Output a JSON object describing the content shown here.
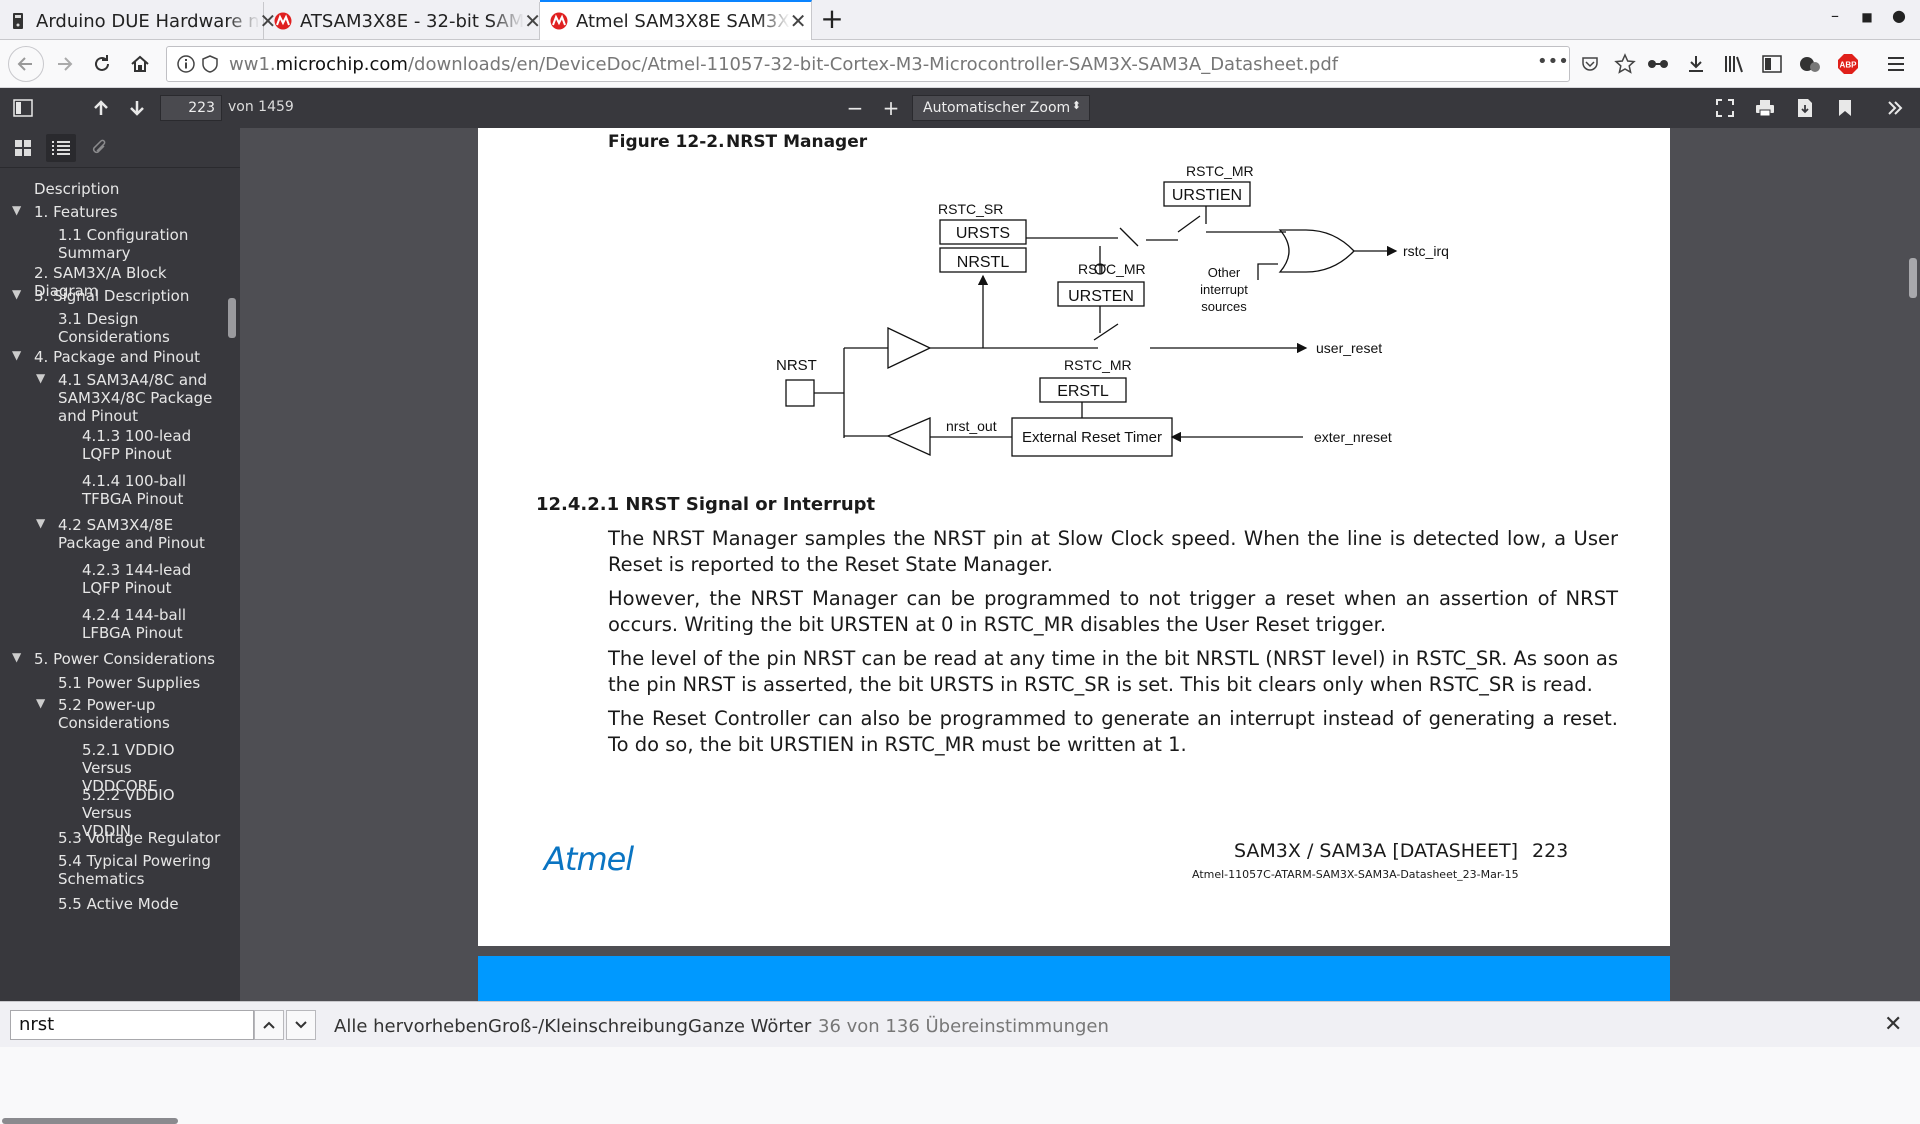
{
  "tabs": [
    {
      "title": "Arduino DUE Hardware n",
      "icon": "arduino-favicon-icon"
    },
    {
      "title": "ATSAM3X8E - 32-bit SAM",
      "icon": "microchip-favicon-icon"
    },
    {
      "title": "Atmel SAM3X8E SAM3X",
      "icon": "microchip-favicon-icon"
    }
  ],
  "url": {
    "prefix": "ww1.",
    "domain": "microchip.com",
    "path": "/downloads/en/DeviceDoc/Atmel-11057-32-bit-Cortex-M3-Microcontroller-SAM3X-SAM3A_Datasheet.pdf"
  },
  "pdf_toolbar": {
    "page": "223",
    "page_count": "von 1459",
    "zoom": "Automatischer Zoom"
  },
  "outline": [
    {
      "label": "Description"
    },
    {
      "label": "1. Features"
    },
    {
      "label": "1.1 Configuration",
      "label2": "Summary"
    },
    {
      "label": "2. SAM3X/A Block Diagram"
    },
    {
      "label": "3. Signal Description"
    },
    {
      "label": "3.1 Design",
      "label2": "Considerations"
    },
    {
      "label": "4. Package and Pinout"
    },
    {
      "label": "4.1 SAM3A4/8C and",
      "label2": "SAM3X4/8C Package",
      "label3": "and Pinout"
    },
    {
      "label": "4.1.3 100-lead",
      "label2": "LQFP Pinout"
    },
    {
      "label": "4.1.4 100-ball",
      "label2": "TFBGA Pinout"
    },
    {
      "label": "4.2 SAM3X4/8E",
      "label2": "Package and Pinout"
    },
    {
      "label": "4.2.3 144-lead",
      "label2": "LQFP Pinout"
    },
    {
      "label": "4.2.4 144-ball",
      "label2": "LFBGA Pinout"
    },
    {
      "label": "5. Power Considerations"
    },
    {
      "label": "5.1 Power Supplies"
    },
    {
      "label": "5.2 Power-up",
      "label2": "Considerations"
    },
    {
      "label": "5.2.1 VDDIO Versus",
      "label2": "VDDCORE"
    },
    {
      "label": "5.2.2 VDDIO Versus",
      "label2": "VDDIN"
    },
    {
      "label": "5.3 Voltage Regulator"
    },
    {
      "label": "5.4 Typical Powering",
      "label2": "Schematics"
    },
    {
      "label": "5.5 Active Mode"
    }
  ],
  "document": {
    "figure_num": "Figure 12-2.",
    "figure_title": "NRST Manager",
    "diagram": {
      "rstc_sr": "RSTC_SR",
      "rstc_mr1": "RSTC_MR",
      "rstc_mr2": "RSTC_MR",
      "rstc_mr3": "RSTC_MR",
      "ursts": "URSTS",
      "nrstl": "NRSTL",
      "urstien": "URSTIEN",
      "ursten": "URSTEN",
      "erstl": "ERSTL",
      "other1": "Other",
      "other2": "interrupt",
      "other3": "sources",
      "rstc_irq": "rstc_irq",
      "user_reset": "user_reset",
      "nrst": "NRST",
      "nrst_out": "nrst_out",
      "timer": "External Reset Timer",
      "exter_nreset": "exter_nreset"
    },
    "section_num": "12.4.2.1",
    "section_title": "NRST Signal or Interrupt",
    "paragraphs": [
      "The NRST Manager samples the NRST pin at Slow Clock speed. When the line is detected low, a User Reset is reported to the Reset State Manager.",
      "However, the NRST Manager can be programmed to not trigger a reset when an assertion of NRST occurs. Writing the bit URSTEN at 0 in RSTC_MR disables the User Reset trigger.",
      "The level of the pin NRST can be read at any time in the bit NRSTL (NRST level) in RSTC_SR. As soon as the pin NRST is asserted, the bit URSTS in RSTC_SR is set. This bit clears only when RSTC_SR is read.",
      "The Reset Controller can also be programmed to generate an interrupt instead of generating a reset. To do so, the bit URSTIEN in RSTC_MR must be written at 1."
    ],
    "footer_logo": "Atmel",
    "footer_title": "SAM3X / SAM3A [DATASHEET]",
    "footer_page": "223",
    "footer_doc": "Atmel-11057C-ATARM-SAM3X-SAM3A-Datasheet_23-Mar-15"
  },
  "findbar": {
    "query": "nrst",
    "highlight_all": "Alle hervorheben",
    "match_case": "Groß-/Kleinschreibung",
    "whole_words": "Ganze Wörter",
    "status": "36 von 136 Übereinstimmungen"
  },
  "colors": {
    "accent": "#0a84ff",
    "atmel_blue": "#0a74c2",
    "next_page": "#0099ff"
  }
}
